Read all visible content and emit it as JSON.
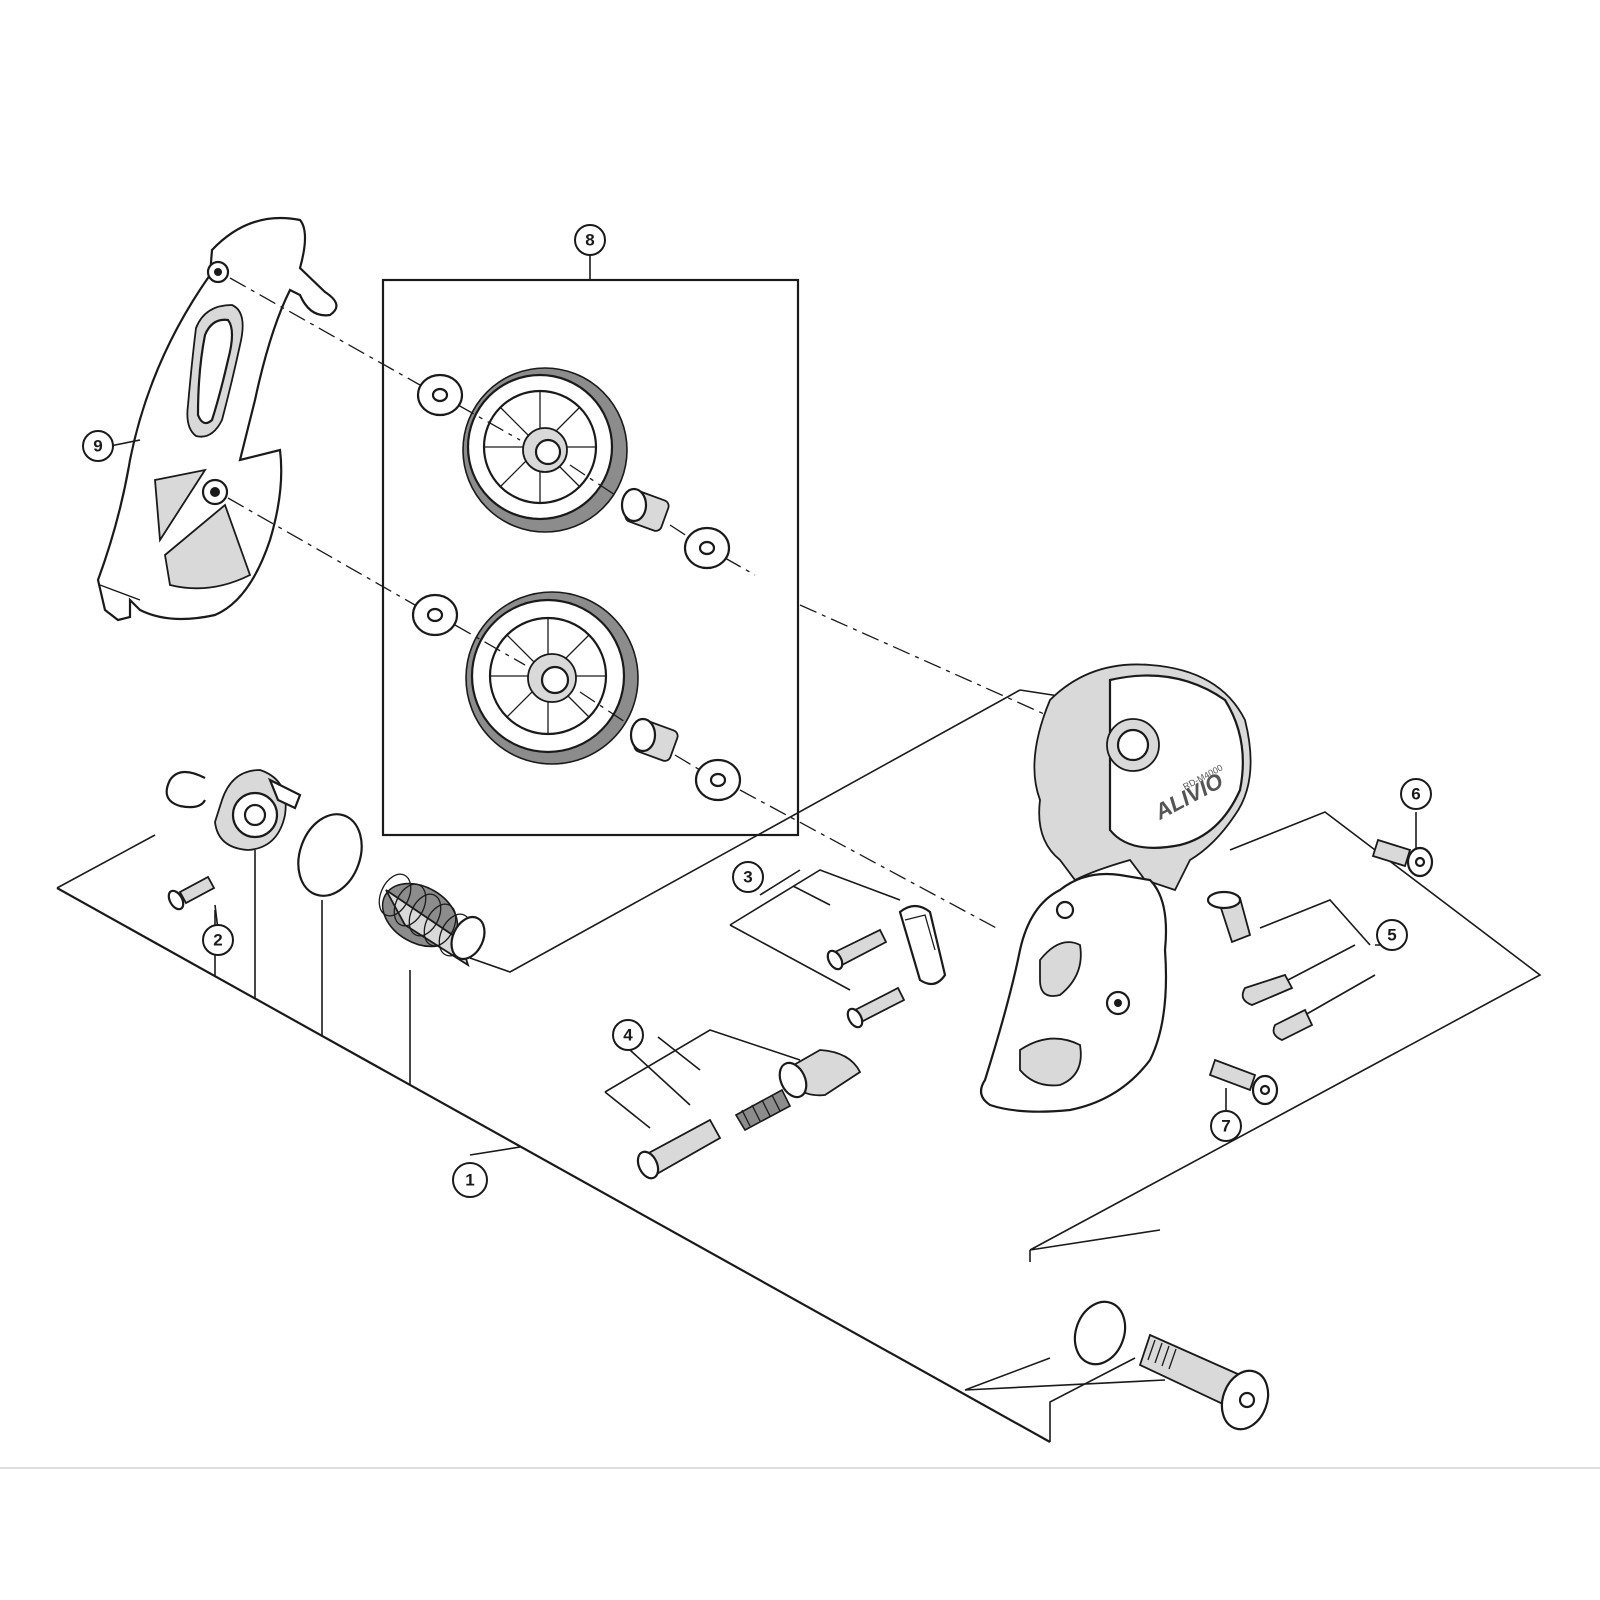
{
  "diagram": {
    "callouts": [
      {
        "id": "c1",
        "label": "1"
      },
      {
        "id": "c2",
        "label": "2"
      },
      {
        "id": "c3",
        "label": "3"
      },
      {
        "id": "c4",
        "label": "4"
      },
      {
        "id": "c5",
        "label": "5"
      },
      {
        "id": "c6",
        "label": "6"
      },
      {
        "id": "c7",
        "label": "7"
      },
      {
        "id": "c8",
        "label": "8"
      },
      {
        "id": "c9",
        "label": "9"
      }
    ],
    "body_logo": {
      "brand": "ALIVIO",
      "model": "RD-M4000"
    }
  }
}
